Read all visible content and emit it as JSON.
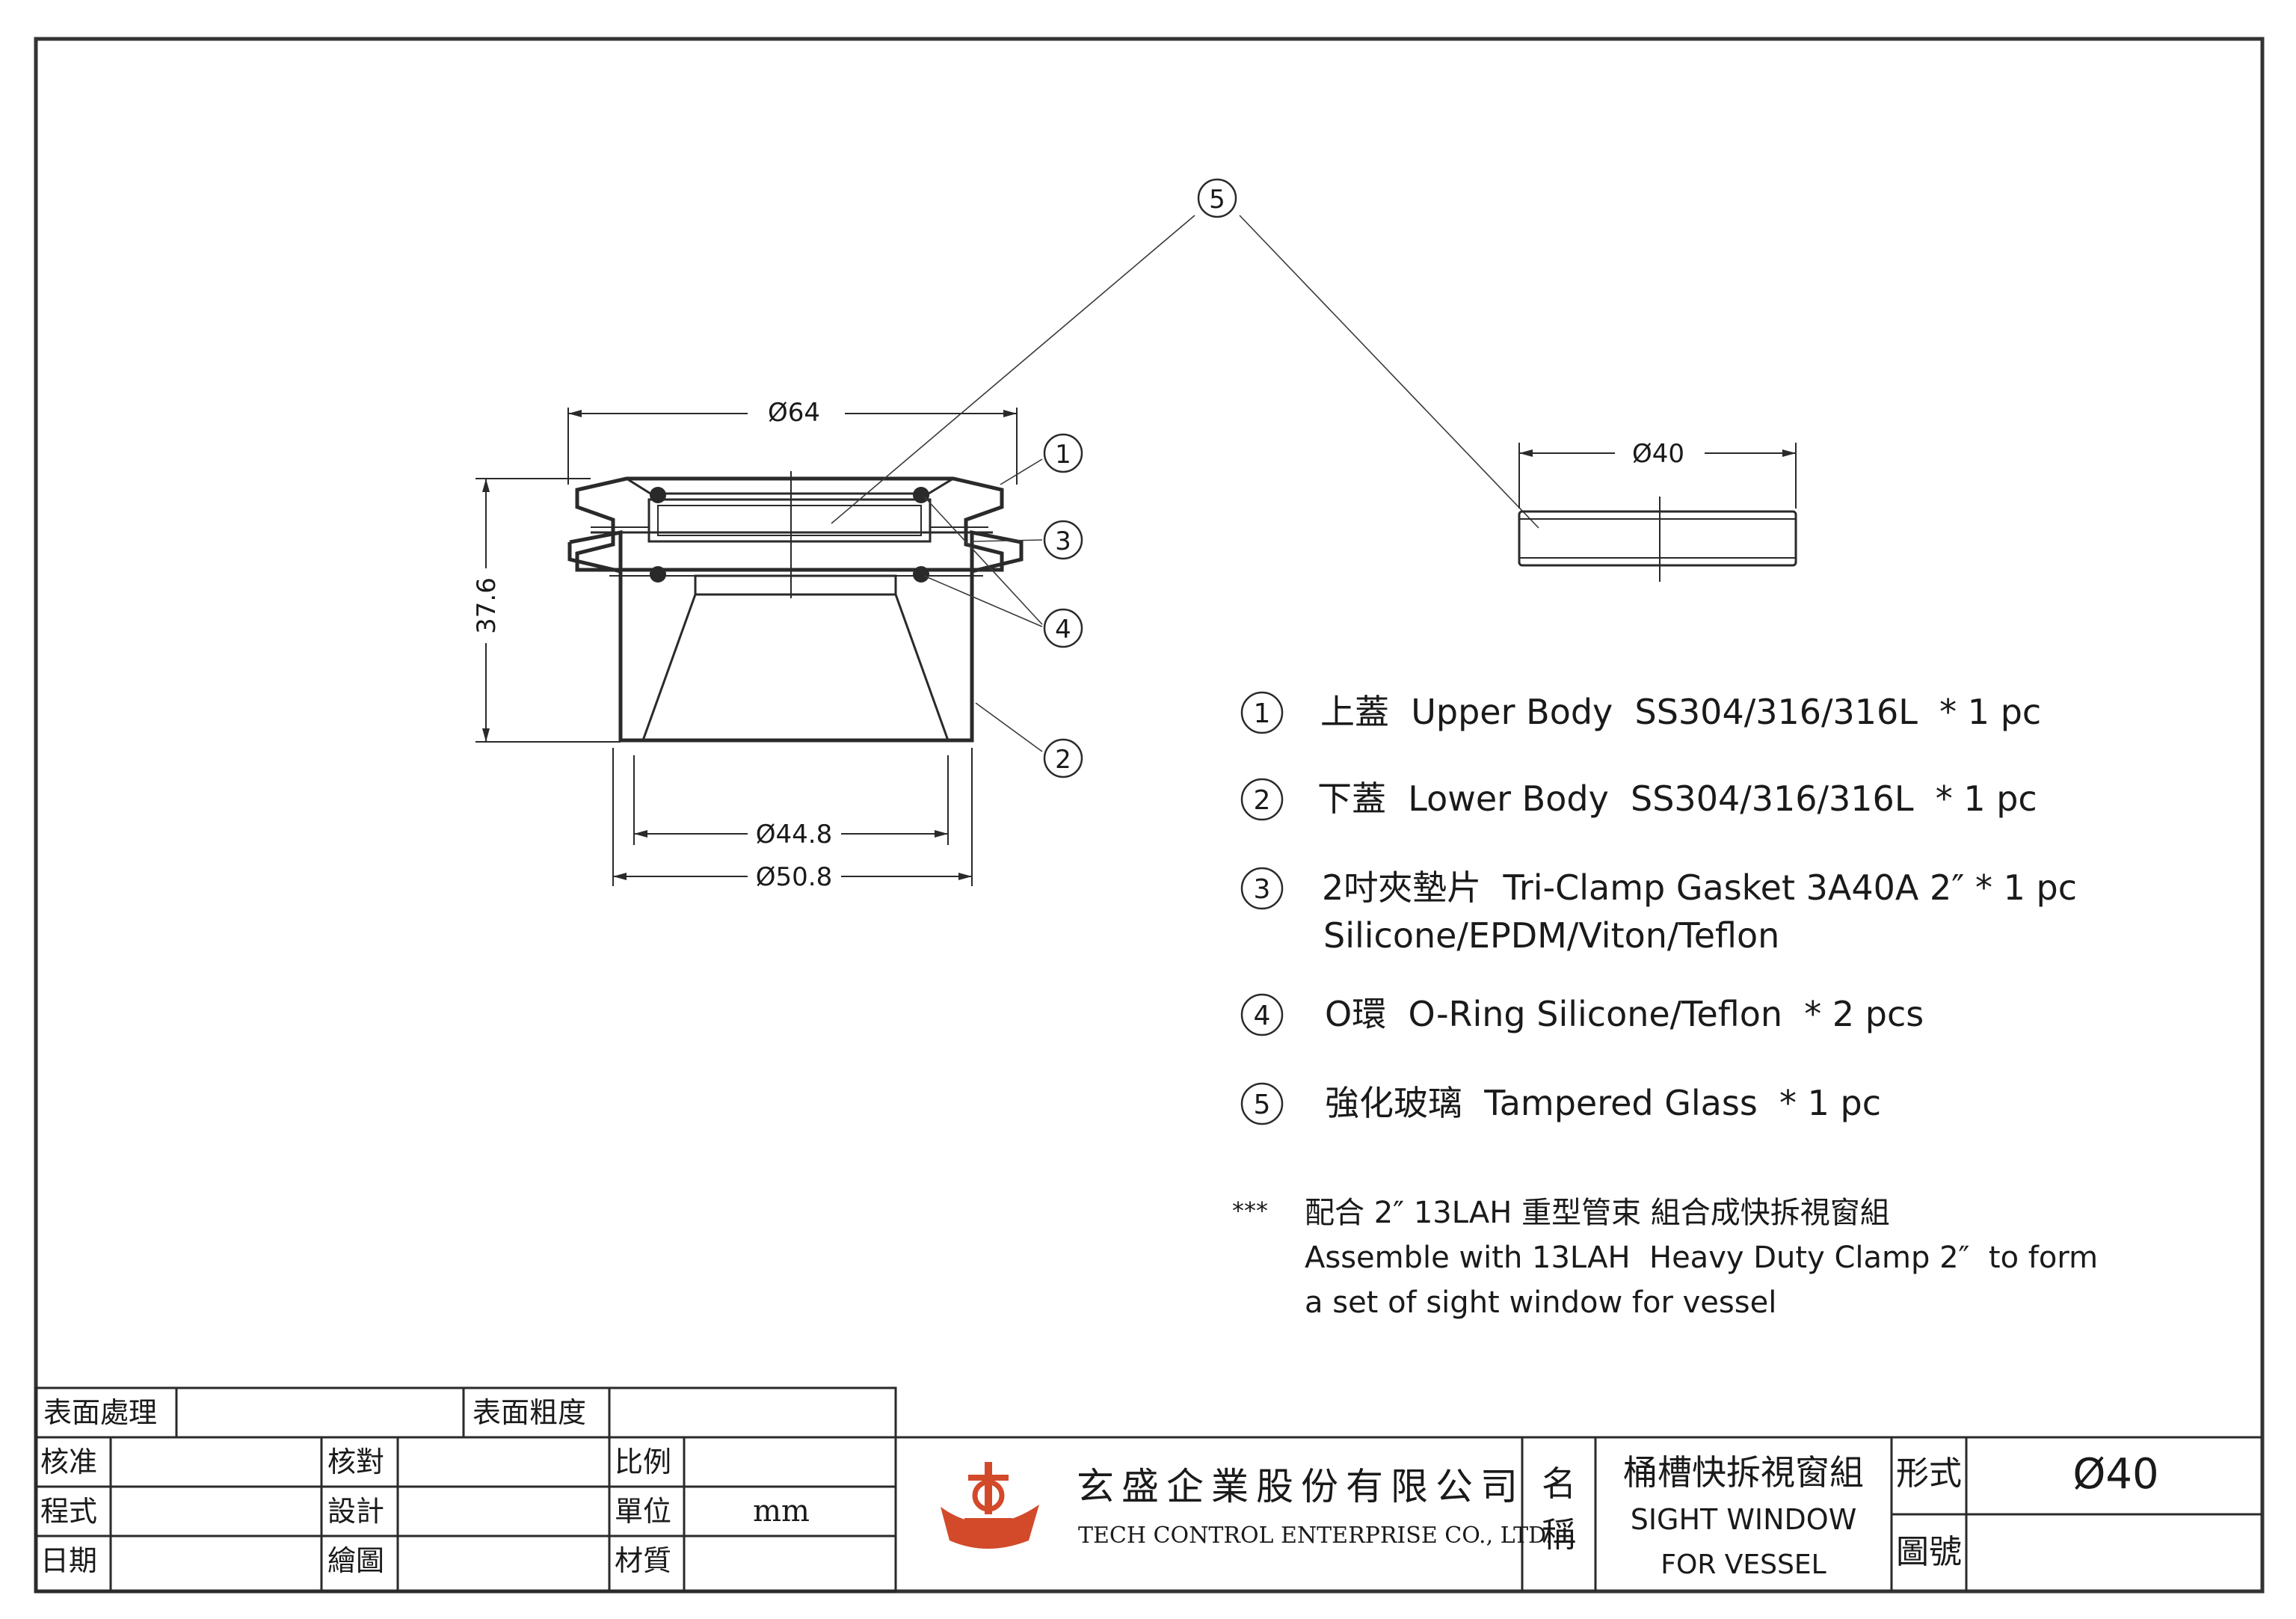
{
  "drawing": {
    "callouts": [
      "1",
      "2",
      "3",
      "4",
      "5"
    ],
    "dim_top_diameter": "Ø64",
    "dim_height": "37.6",
    "dim_inner_diameter": "Ø44.8",
    "dim_outer_diameter": "Ø50.8",
    "dim_glass_diameter": "Ø40"
  },
  "parts": [
    {
      "num": "1",
      "text": "上蓋  Upper Body  SS304/316/316L  * 1 pc"
    },
    {
      "num": "2",
      "text": "下蓋  Lower Body  SS304/316/316L  * 1 pc"
    },
    {
      "num": "3",
      "text": "2吋夾墊片  Tri-Clamp Gasket 3A40A 2″ * 1 pc",
      "text2": "Silicone/EPDM/Viton/Teflon"
    },
    {
      "num": "4",
      "text": "O環  O-Ring Silicone/Teflon  * 2 pcs"
    },
    {
      "num": "5",
      "text": "強化玻璃  Tampered Glass  * 1 pc"
    }
  ],
  "note": {
    "marker": "***",
    "line1": "配合 2″ 13LAH 重型管束 組合成快拆視窗組",
    "line2": "Assemble with 13LAH  Heavy Duty Clamp 2″  to form",
    "line3": "a set of sight window for vessel"
  },
  "title_block": {
    "surface_treatment": "表面處理",
    "surface_roughness": "表面粗度",
    "approved": "核准",
    "checked": "核對",
    "scale": "比例",
    "process": "程式",
    "designed": "設計",
    "unit": "單位",
    "unit_value": "mm",
    "date": "日期",
    "drawn": "繪圖",
    "material": "材質",
    "company_cn": "玄盛企業股份有限公司",
    "company_en": "TECH CONTROL ENTERPRISE CO., LTD.",
    "name_label_1": "名",
    "name_label_2": "稱",
    "product_cn": "桶槽快拆視窗組",
    "product_en_1": "SIGHT WINDOW",
    "product_en_2": "FOR VESSEL",
    "type_label": "形式",
    "type_value": "Ø40",
    "drawing_no_label": "圖號",
    "logo_color": "#d24a2a"
  }
}
